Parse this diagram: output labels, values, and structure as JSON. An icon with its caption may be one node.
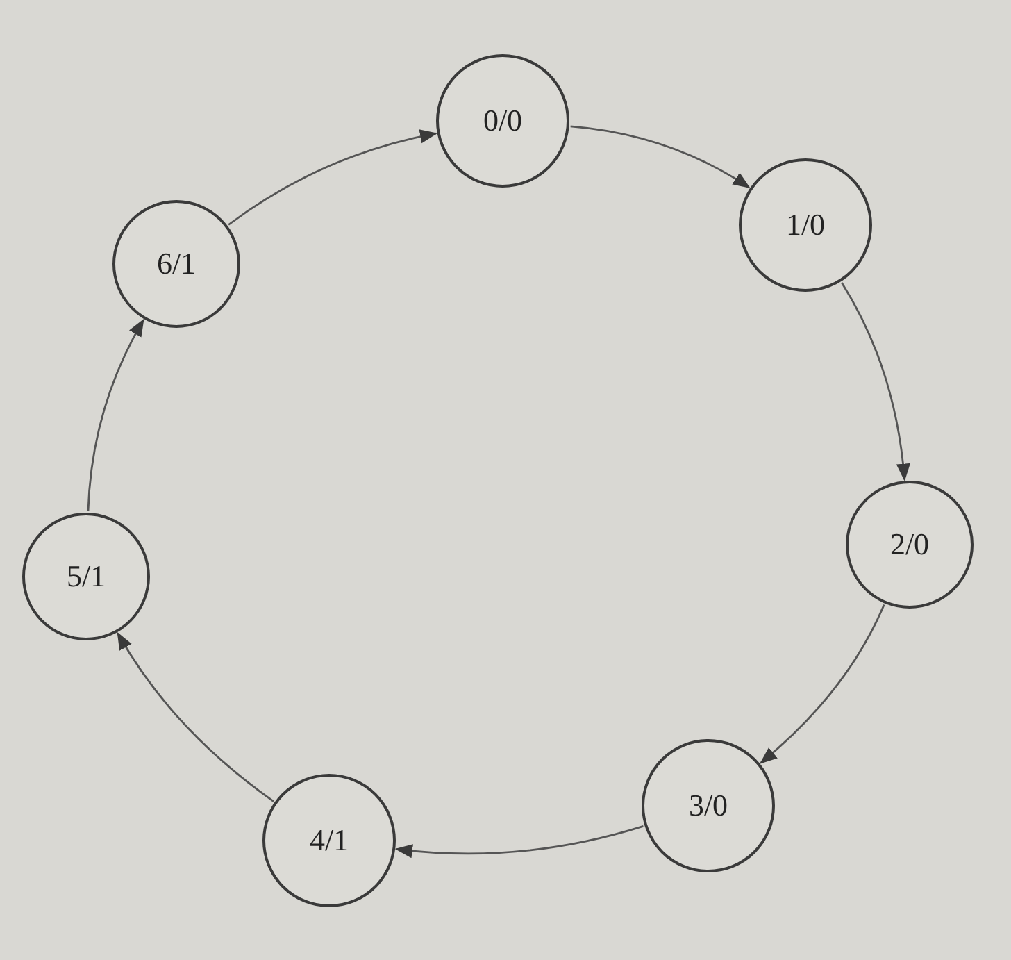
{
  "diagram": {
    "nodes": [
      {
        "text": [
          "0/0"
        ]
      },
      {
        "text": [
          "1/0"
        ]
      },
      {
        "text": [
          "2/0"
        ]
      },
      {
        "text": [
          "3/0"
        ]
      },
      {
        "text": [
          "4/1"
        ]
      },
      {
        "text": [
          "5/1"
        ]
      },
      {
        "text": [
          "6/1"
        ]
      }
    ],
    "edges": [
      {
        "from": 0,
        "to": 1,
        "arrow": "to"
      },
      {
        "from": 1,
        "to": 2,
        "arrow": "to"
      },
      {
        "from": 2,
        "to": 3,
        "arrow": "to"
      },
      {
        "from": 3,
        "to": 4,
        "arrow": "to"
      },
      {
        "from": 4,
        "to": 5,
        "arrow": "to"
      },
      {
        "from": 5,
        "to": 6,
        "arrow": "to"
      },
      {
        "from": 6,
        "to": 0,
        "arrow": "to"
      }
    ]
  }
}
